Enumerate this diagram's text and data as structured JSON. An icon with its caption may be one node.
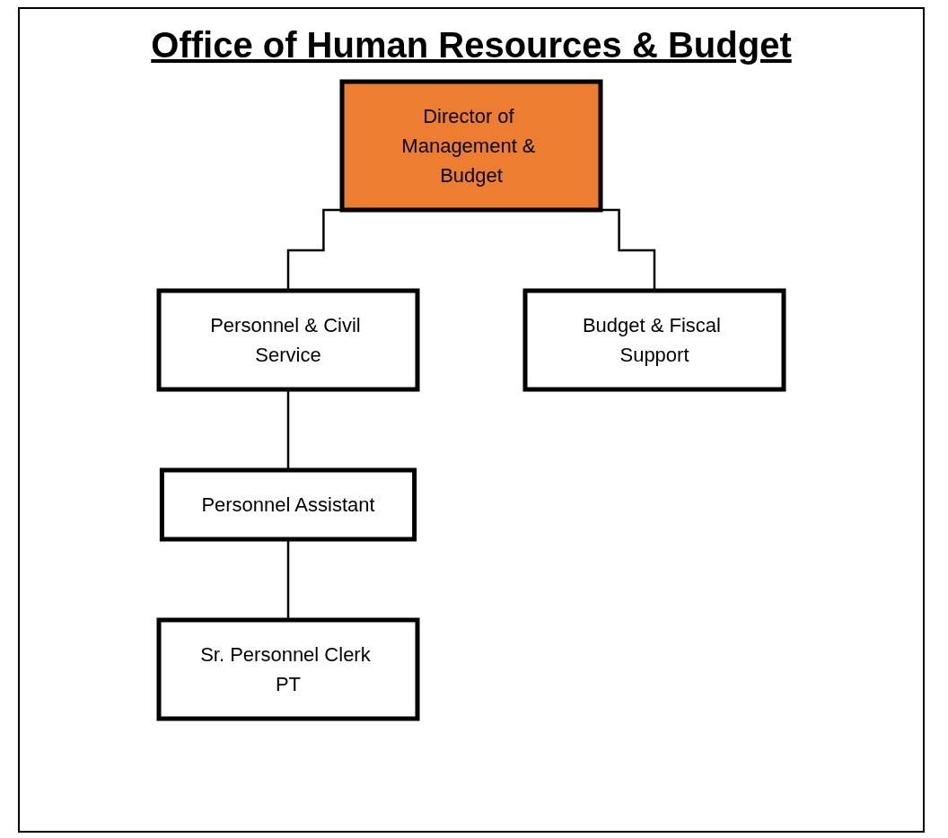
{
  "diagram": {
    "title": "Office of Human Resources & Budget",
    "nodes": [
      {
        "text": [
          "Director of Management & Budget"
        ]
      },
      {
        "text": [
          "Personnel & Civil Service"
        ]
      },
      {
        "text": [
          "Budget & Fiscal Support"
        ]
      },
      {
        "text": [
          "Personnel Assistant"
        ]
      },
      {
        "text": [
          "Sr. Personnel Clerk PT"
        ]
      }
    ],
    "edges": [
      {
        "from": 0,
        "to": 1,
        "arrow": "none"
      },
      {
        "from": 0,
        "to": 2,
        "arrow": "none"
      },
      {
        "from": 1,
        "to": 3,
        "arrow": "none"
      },
      {
        "from": 3,
        "to": 4,
        "arrow": "none"
      }
    ]
  }
}
